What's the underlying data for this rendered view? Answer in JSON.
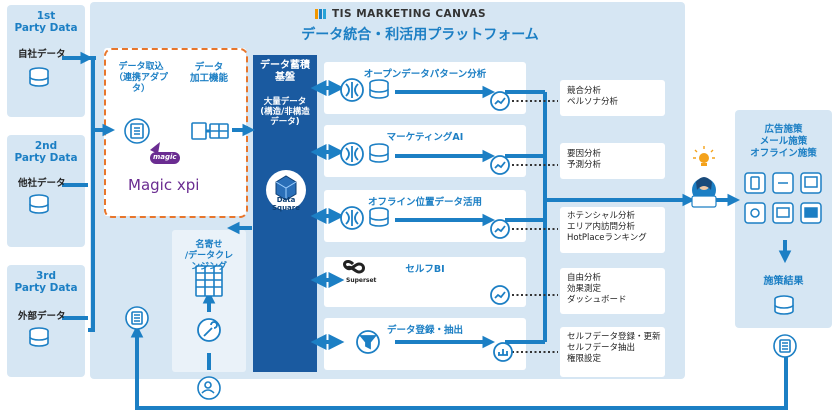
{
  "header": {
    "brand": "TIS MARKETING CANVAS",
    "title": "データ統合・利活用プラットフォーム"
  },
  "sources": [
    {
      "title": "1st\nParty Data",
      "label": "自社データ"
    },
    {
      "title": "2nd\nParty Data",
      "label": "他社データ"
    },
    {
      "title": "3rd\nParty Data",
      "label": "外部データ"
    }
  ],
  "ingest": {
    "col1": "データ取込\n（連携アダプタ）",
    "col2": "データ\n加工機能",
    "magic_small": "magic",
    "magic_brand": "Magic xpi"
  },
  "cleansing": {
    "title": "名寄せ\n/データクレ\nンジング"
  },
  "storage": {
    "title": "データ蓄積\n基盤",
    "desc": "大量データ\n(構造/非構造\nデータ)",
    "logo": "Data\nSquare"
  },
  "services": [
    {
      "title": "オープンデータパターン分析",
      "outputs": "競合分析\nペルソナ分析"
    },
    {
      "title": "マーケティングAI",
      "outputs": "要因分析\n予測分析"
    },
    {
      "title": "オフライン位置データ活用",
      "outputs": "ホテンシャル分析\nエリア内訪問分析\nHotPlaceランキング"
    },
    {
      "title": "セルフBI",
      "outputs": "自由分析\n効果測定\nダッシュボード",
      "logo": "Superset"
    },
    {
      "title": "データ登録・抽出",
      "outputs": "セルフデータ登録・更新\nセルフデータ抽出\n権限設定"
    }
  ],
  "measures": {
    "title": "広告施策\nメール施策\nオフライン施策",
    "result": "施策結果"
  },
  "colors": {
    "accent": "#1c7fc4",
    "panel": "#d6e6f3",
    "dark_block": "#1a5aa0",
    "orange_dash": "#e8762c"
  }
}
